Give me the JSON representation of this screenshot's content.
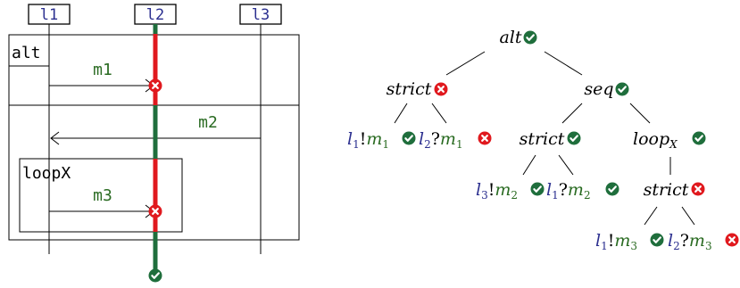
{
  "colors": {
    "lifeline_label": "#2b2f8f",
    "message_label": "#2a6b22",
    "ok": "#1f6e3c",
    "fail": "#e0191e",
    "line": "#000000"
  },
  "lifelines": [
    "l1",
    "l2",
    "l3"
  ],
  "fragments": {
    "alt": "alt",
    "loop": "loopX"
  },
  "messages": [
    "m1",
    "m2",
    "m3"
  ],
  "tree": {
    "root": {
      "label": "alt",
      "status": "ok"
    },
    "left": {
      "label": "strict",
      "status": "fail"
    },
    "right": {
      "label": "seq",
      "status": "ok"
    },
    "leaf_l1_m1": {
      "lifeline": "l",
      "sub": "1",
      "op": "!",
      "msg": "m",
      "msgsub": "1",
      "status": "ok"
    },
    "leaf_l2_m1": {
      "lifeline": "l",
      "sub": "2",
      "op": "?",
      "msg": "m",
      "msgsub": "1",
      "status": "fail"
    },
    "seq_strict": {
      "label": "strict",
      "status": "ok"
    },
    "seq_loop": {
      "label": "loop",
      "sub": "X",
      "status": "ok"
    },
    "leaf_l3_m2": {
      "lifeline": "l",
      "sub": "3",
      "op": "!",
      "msg": "m",
      "msgsub": "2",
      "status": "ok"
    },
    "leaf_l1_m2": {
      "lifeline": "l",
      "sub": "1",
      "op": "?",
      "msg": "m",
      "msgsub": "2",
      "status": "ok"
    },
    "loop_strict": {
      "label": "strict",
      "status": "fail"
    },
    "leaf_l1_m3": {
      "lifeline": "l",
      "sub": "1",
      "op": "!",
      "msg": "m",
      "msgsub": "3",
      "status": "ok"
    },
    "leaf_l2_m3": {
      "lifeline": "l",
      "sub": "2",
      "op": "?",
      "msg": "m",
      "msgsub": "3",
      "status": "fail"
    }
  }
}
